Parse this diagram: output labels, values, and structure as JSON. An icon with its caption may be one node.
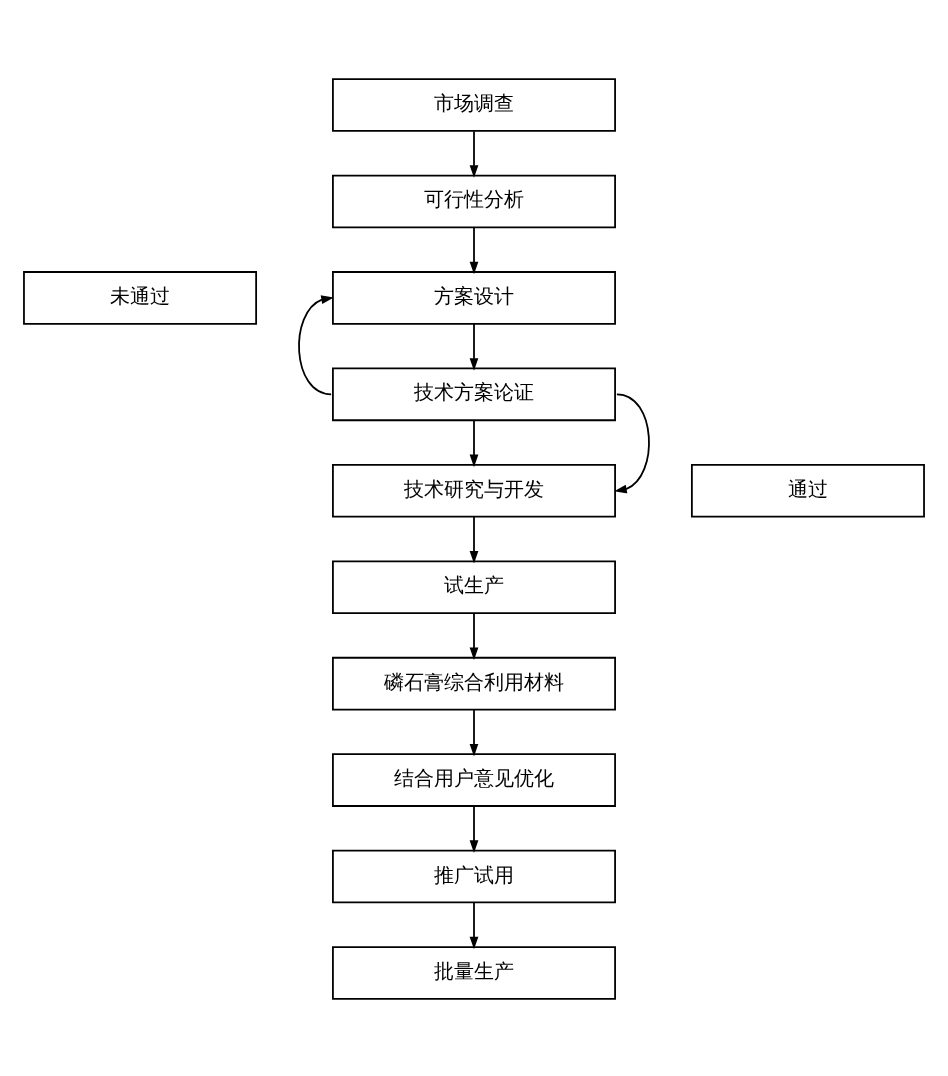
{
  "diagram": {
    "nodes": [
      {
        "text": [
          "市场调查"
        ]
      },
      {
        "text": [
          "可行性分析"
        ]
      },
      {
        "text": [
          "方案设计"
        ]
      },
      {
        "text": [
          "技术方案论证"
        ]
      },
      {
        "text": [
          "技术研究与开发"
        ]
      },
      {
        "text": [
          "试生产"
        ]
      },
      {
        "text": [
          "磷石膏综合利用材料"
        ]
      },
      {
        "text": [
          "结合用户意见优化"
        ]
      },
      {
        "text": [
          "推广试用"
        ]
      },
      {
        "text": [
          "批量生产"
        ]
      },
      {
        "text": [
          "未通过"
        ]
      },
      {
        "text": [
          "通过"
        ]
      }
    ],
    "edges": [
      {
        "from": 0,
        "to": 1,
        "arrow": "to"
      },
      {
        "from": 1,
        "to": 2,
        "arrow": "to"
      },
      {
        "from": 2,
        "to": 3,
        "arrow": "to"
      },
      {
        "from": 3,
        "to": 2,
        "arrow": "to"
      },
      {
        "from": 3,
        "to": 4,
        "arrow": "to"
      },
      {
        "from": 3,
        "to": 4,
        "arrow": "to"
      },
      {
        "from": 4,
        "to": 5,
        "arrow": "to"
      },
      {
        "from": 5,
        "to": 6,
        "arrow": "to"
      },
      {
        "from": 6,
        "to": 7,
        "arrow": "to"
      },
      {
        "from": 7,
        "to": 8,
        "arrow": "to"
      },
      {
        "from": 8,
        "to": 9,
        "arrow": "to"
      }
    ]
  }
}
